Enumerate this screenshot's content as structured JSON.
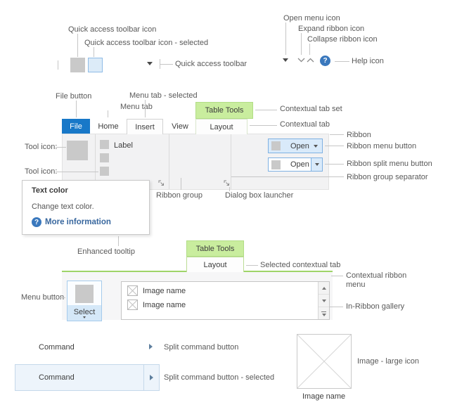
{
  "colors": {
    "accent_blue": "#1878c8",
    "selection_blue_bg": "#d9eafa",
    "selection_blue_border": "#7fb1e2",
    "contextual_green_bg": "#c9ed9e",
    "contextual_green_line": "#9fd468",
    "icon_gray": "#c9c9c9",
    "link_blue": "#38679e"
  },
  "annotations": {
    "qat_icon": "Quick access toolbar icon",
    "qat_icon_selected": "Quick access toolbar icon - selected",
    "qat": "Quick access toolbar",
    "open_menu_icon": "Open menu icon",
    "expand_ribbon_icon": "Expand ribbon icon",
    "collapse_ribbon_icon": "Collapse ribbon icon",
    "help_icon": "Help icon",
    "file_button": "File button",
    "menu_tab": "Menu tab",
    "menu_tab_selected": "Menu tab - selected",
    "contextual_tab_set": "Contextual tab set",
    "contextual_tab": "Contextual tab",
    "ribbon": "Ribbon",
    "ribbon_menu_button": "Ribbon menu button",
    "ribbon_split_menu_button": "Ribbon split menu button",
    "ribbon_group_separator": "Ribbon group separator",
    "tool_icon_1": "Tool icon:",
    "tool_icon_2": "Tool icon:",
    "ribbon_group": "Ribbon group",
    "dialog_box_launcher": "Dialog box launcher",
    "enhanced_tooltip": "Enhanced tooltip",
    "selected_contextual_tab": "Selected contextual tab",
    "contextual_ribbon_menu_line1": "Contextual ribbon",
    "contextual_ribbon_menu_line2": "menu",
    "in_ribbon_gallery": "In-Ribbon gallery",
    "menu_button": "Menu button",
    "split_command_button": "Split command button",
    "split_command_button_selected": "Split command button - selected",
    "image_large_icon": "Image - large icon"
  },
  "ribbon": {
    "tabs": [
      {
        "label": "File"
      },
      {
        "label": "Home"
      },
      {
        "label": "Insert"
      },
      {
        "label": "View"
      },
      {
        "label": "Layout"
      }
    ],
    "contextual_set_title": "Table Tools",
    "tool_label": "Label",
    "menu_button_label": "Open",
    "split_button_label": "Open"
  },
  "tooltip": {
    "title": "Text color",
    "body": "Change text color.",
    "link": "More information"
  },
  "contextual_ribbon": {
    "set_title": "Table Tools",
    "tab": "Layout",
    "menu_button": "Select",
    "gallery_items": [
      {
        "name": "Image name"
      },
      {
        "name": "Image name"
      }
    ]
  },
  "commands": {
    "button": "Command",
    "button_selected": "Command"
  },
  "image": {
    "name": "Image name"
  }
}
